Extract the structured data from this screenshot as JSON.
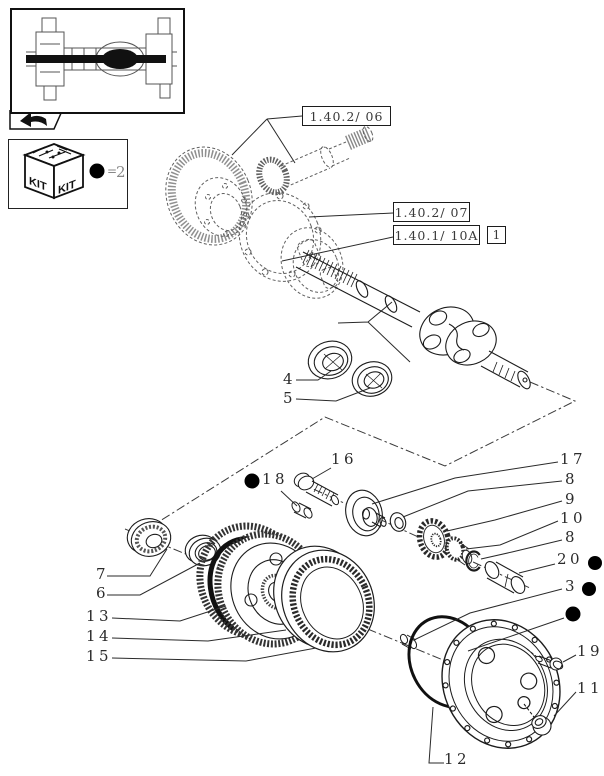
{
  "kit_legend": {
    "kit_front": "KIT",
    "kit_side": "KIT",
    "equals": "=",
    "value": "2"
  },
  "ref_labels": {
    "r06": "1.40.2/ 06",
    "r07": "1.40.2/ 07",
    "r10a": "1.40.1/ 10A",
    "sheet": "1"
  },
  "parts": {
    "p4": "4",
    "p5": "5",
    "p16": "16",
    "p18": "18",
    "p17": "17",
    "p8a": "8",
    "p9": "9",
    "p10": "10",
    "p8b": "8",
    "p20": "20",
    "p3": "3",
    "p7": "7",
    "p6": "6",
    "p13": "13",
    "p14": "14",
    "p15": "15",
    "p19": "19",
    "p11": "11",
    "p12": "12"
  },
  "colors": {
    "line": "#1c1c1c",
    "phantom": "#606060",
    "paper": "#ffffff",
    "kit_dot": "#000000"
  }
}
